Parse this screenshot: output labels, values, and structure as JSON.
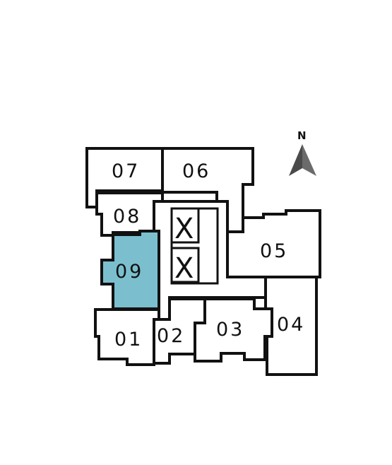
{
  "compass": {
    "label": "N",
    "icon": "north-arrow-icon"
  },
  "units": [
    {
      "id": "unit-07",
      "label": "07",
      "selected": false
    },
    {
      "id": "unit-06",
      "label": "06",
      "selected": false
    },
    {
      "id": "unit-08",
      "label": "08",
      "selected": false
    },
    {
      "id": "unit-05",
      "label": "05",
      "selected": false
    },
    {
      "id": "unit-09",
      "label": "09",
      "selected": true
    },
    {
      "id": "unit-01",
      "label": "01",
      "selected": false
    },
    {
      "id": "unit-02",
      "label": "02",
      "selected": false
    },
    {
      "id": "unit-03",
      "label": "03",
      "selected": false
    },
    {
      "id": "unit-04",
      "label": "04",
      "selected": false
    }
  ],
  "core": {
    "markers": [
      "X",
      "X"
    ]
  },
  "colors": {
    "selected_fill": "#7bbfcf",
    "outline": "#111111",
    "background": "#ffffff"
  }
}
